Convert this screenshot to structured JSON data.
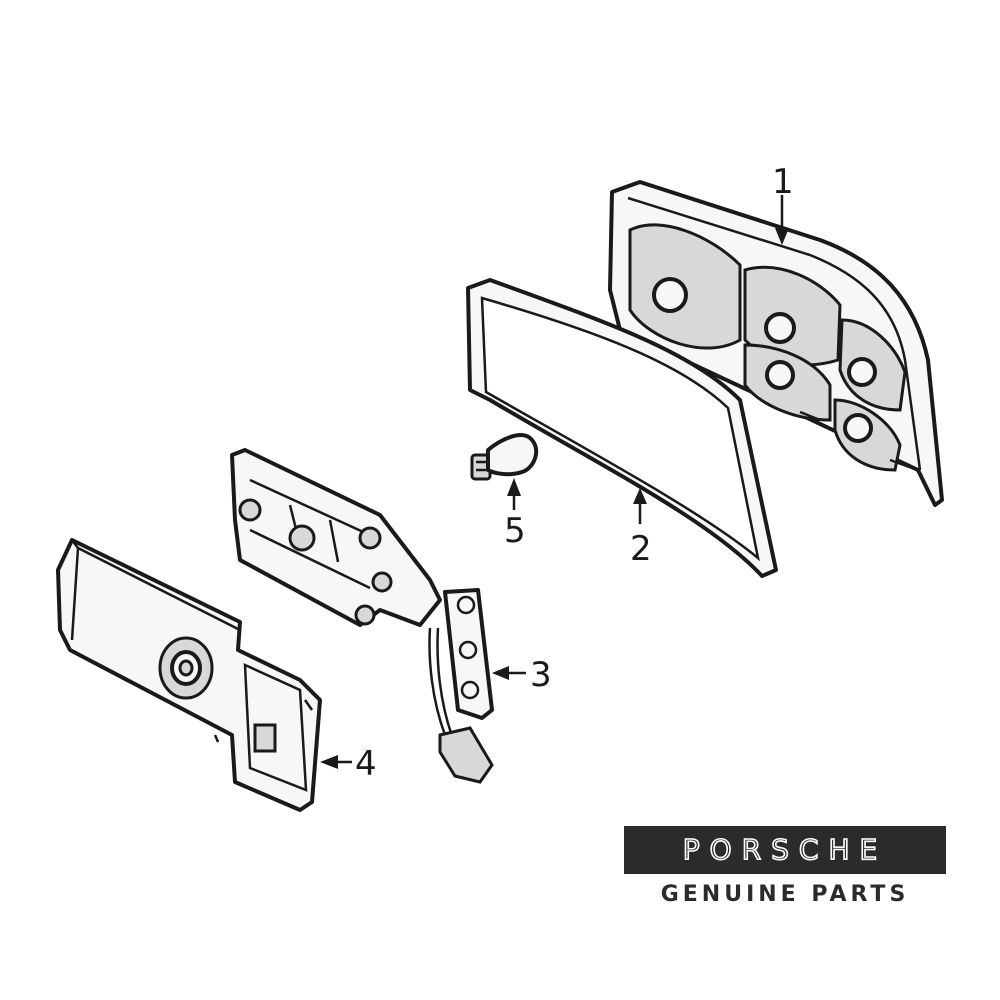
{
  "diagram": {
    "callouts": [
      "1",
      "2",
      "3",
      "4",
      "5"
    ],
    "parts": [
      "tail-lamp-housing",
      "gasket",
      "bulb-holder-plate",
      "lens-assembly",
      "bulb"
    ]
  },
  "brand": {
    "logo_text": "PORSCHE",
    "subtitle": "GENUINE PARTS"
  }
}
